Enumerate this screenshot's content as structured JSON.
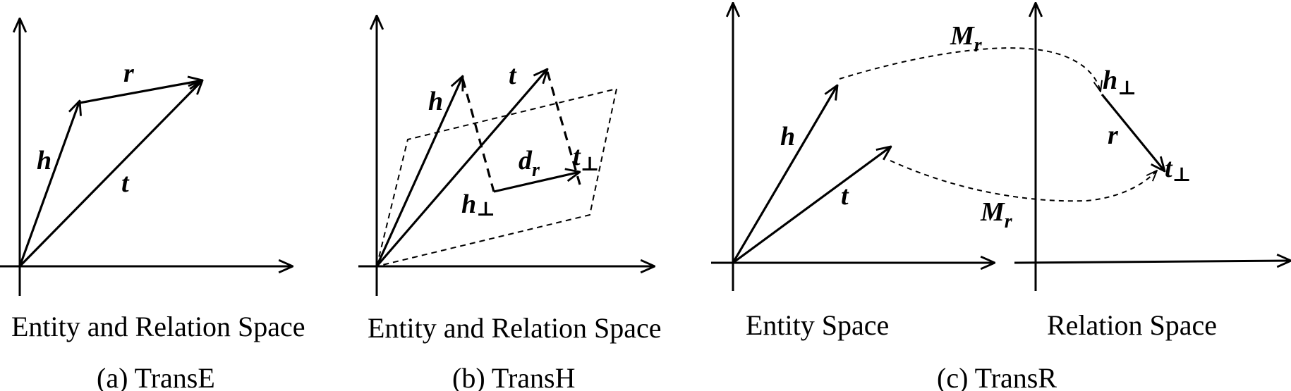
{
  "panels": [
    {
      "space_label": "Entity and Relation Space",
      "caption": "(a)  TransE",
      "labels": {
        "h": "h",
        "r": "r",
        "t": "t"
      }
    },
    {
      "space_label": "Entity and Relation Space",
      "caption": "(b)  TransH",
      "labels": {
        "h": "h",
        "t": "t",
        "d": "d",
        "d_sub": "r",
        "h_perp": "h",
        "t_perp": "t",
        "perp_symbol": "⊥"
      }
    },
    {
      "entity_space_label": "Entity Space",
      "relation_space_label": "Relation Space",
      "caption": "(c)  TransR",
      "labels": {
        "h": "h",
        "t": "t",
        "r": "r",
        "M": "M",
        "M_sub": "r",
        "h_perp": "h",
        "t_perp": "t",
        "perp_symbol": "⊥"
      }
    }
  ]
}
